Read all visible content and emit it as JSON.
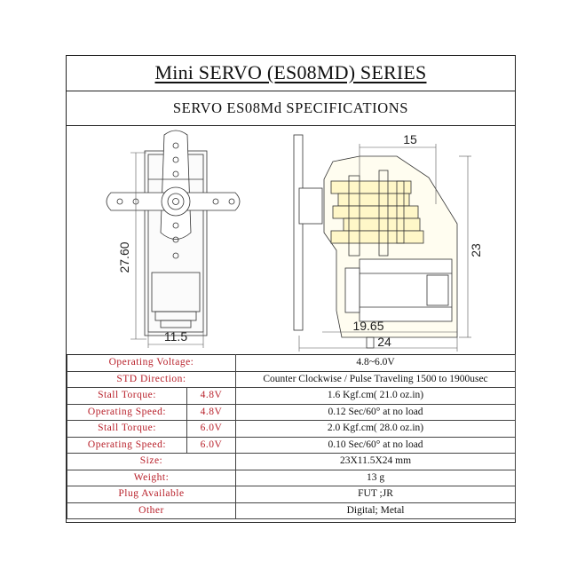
{
  "title": "Mini SERVO (ES08MD) SERIES",
  "subtitle": "SERVO ES08Md  SPECIFICATIONS",
  "drawing": {
    "dim_height_front": "27.60",
    "dim_width_front": "11.5",
    "dim_gear_offset": "15",
    "dim_height_side": "23",
    "dim_body_length": "19.65",
    "dim_total_length": "24"
  },
  "specs": [
    {
      "label": "Operating Voltage:",
      "voltage": "",
      "value": "4.8~6.0V"
    },
    {
      "label": "STD  Direction:",
      "voltage": "",
      "value": "Counter Clockwise / Pulse Traveling 1500 to 1900usec"
    },
    {
      "label": "Stall  Torque:",
      "voltage": "4.8V",
      "value": "1.6 Kgf.cm( 21.0 oz.in)"
    },
    {
      "label": "Operating Speed:",
      "voltage": "4.8V",
      "value": "0.12 Sec/60° at no load"
    },
    {
      "label": "Stall  Torque:",
      "voltage": "6.0V",
      "value": "2.0 Kgf.cm( 28.0 oz.in)"
    },
    {
      "label": "Operating Speed:",
      "voltage": "6.0V",
      "value": "0.10 Sec/60° at no load"
    },
    {
      "label": "Size:",
      "voltage": "",
      "value": "23X11.5X24 mm"
    },
    {
      "label": "Weight:",
      "voltage": "",
      "value": "13 g"
    },
    {
      "label": "Plug  Available",
      "voltage": "",
      "value": "FUT ;JR"
    },
    {
      "label": "Other",
      "voltage": "",
      "value": "Digital; Metal"
    }
  ]
}
